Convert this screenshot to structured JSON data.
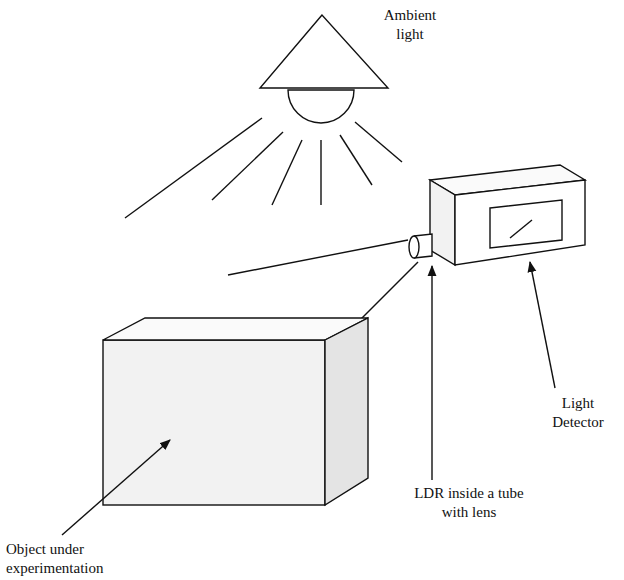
{
  "diagram": {
    "labels": [
      "Ambient light",
      "Light Detector",
      "LDR inside a tube with lens",
      "Object under experimentation"
    ]
  }
}
